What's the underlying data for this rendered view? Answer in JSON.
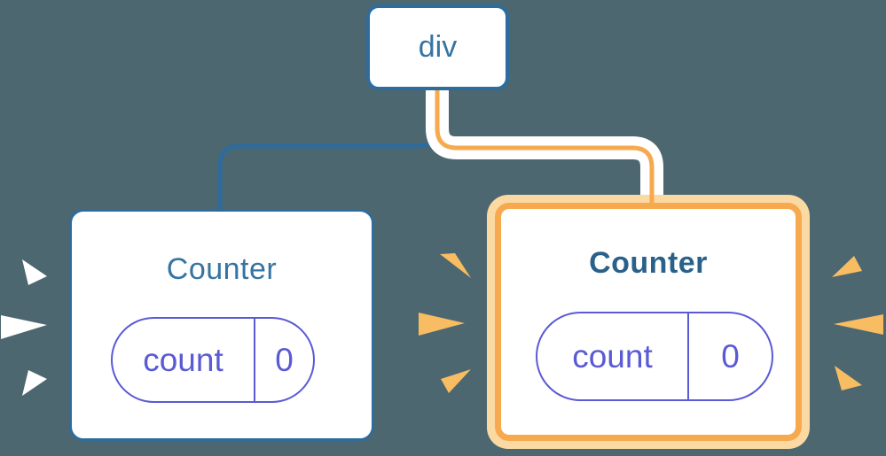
{
  "background_color": "#4c6770",
  "colors": {
    "bg": "#4c6770",
    "blue": "#2d6c9c",
    "blue_text": "#3674a2",
    "blue_bold": "#29618a",
    "indigo": "#5a5ad5",
    "orange": "#f6a94e",
    "orange_light": "#fbd9a3",
    "spark_orange": "#f8bc62",
    "spark_white": "#ffffff",
    "node_fill": "#ffffff"
  },
  "tree": {
    "root": {
      "label": "div"
    },
    "children": [
      {
        "title": "Counter",
        "highlighted": false,
        "spark_color": "white",
        "state": [
          {
            "key": "count",
            "value": "0"
          }
        ]
      },
      {
        "title": "Counter",
        "highlighted": true,
        "spark_color": "orange",
        "state": [
          {
            "key": "count",
            "value": "0"
          }
        ]
      }
    ]
  }
}
